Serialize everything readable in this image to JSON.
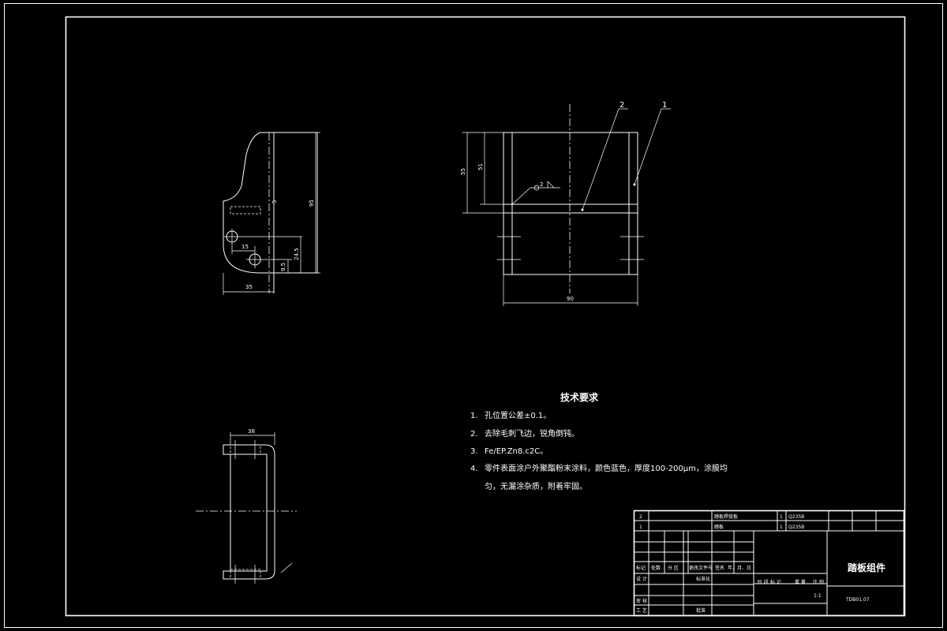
{
  "dimensions": {
    "side_view": {
      "height_total": "95",
      "thickness": "5",
      "hole_spacing": "15",
      "hole_height": "24.5",
      "hole_offset": "9.5",
      "width": "35"
    },
    "front_view": {
      "height_outer": "55",
      "height_inner": "51",
      "width": "90",
      "weld_symbol": "2"
    },
    "top_view": {
      "width": "38"
    }
  },
  "balloons": [
    "2",
    "1"
  ],
  "tech_requirements": {
    "title": "技术要求",
    "items": [
      {
        "num": "1.",
        "text": "孔位置公差±0.1。"
      },
      {
        "num": "2.",
        "text": "去除毛刺飞边，锐角倒钝。"
      },
      {
        "num": "3.",
        "text": "Fe/EP.Zn8.c2C。"
      },
      {
        "num": "4.",
        "text": "零件表面涂户外聚酯粉末涂料，颜色蓝色，厚度100-200μm，涂膜均"
      }
    ],
    "continuation": "匀，无漏涂杂质，附着牢固。"
  },
  "bom": [
    {
      "no": "2",
      "name": "踏板焊接板",
      "qty": "1",
      "material": "Q235B"
    },
    {
      "no": "1",
      "name": "踏板",
      "qty": "1",
      "material": "Q235B"
    }
  ],
  "title_block": {
    "drawing_name": "踏板组件",
    "drawing_no": "TDB01.07",
    "scale": "1:1",
    "header_labels": [
      "标记",
      "处数",
      "分 区",
      "更改文件号",
      "签名",
      "年、月、日"
    ],
    "row_labels": [
      "设 计",
      "审 核",
      "工 艺"
    ],
    "std_label": "标准化",
    "approve_label": "批准",
    "stage_labels": [
      "阶 段 标 记",
      "重 量",
      "比 例"
    ]
  }
}
